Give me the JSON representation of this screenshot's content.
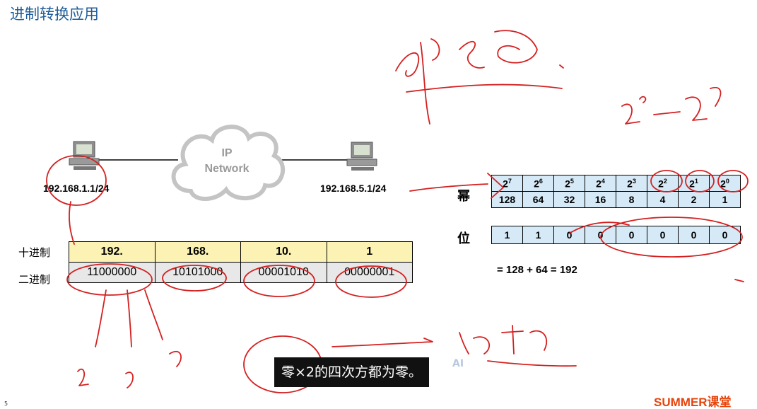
{
  "slide": {
    "title": "进制转换应用",
    "page_number": "5",
    "brand": "SUMMER课堂"
  },
  "network": {
    "cloud_line1": "IP",
    "cloud_line2": "Network",
    "host_left_ip": "192.168.1.1/24",
    "host_right_ip": "192.168.5.1/24"
  },
  "ip_table": {
    "decimal_label": "十进制",
    "binary_label": "二进制",
    "decimal": [
      "192.",
      "168.",
      "10.",
      "1"
    ],
    "binary": [
      "11000000",
      "10101000",
      "00001010",
      "00000001"
    ]
  },
  "power_table": {
    "label_power": "幂",
    "label_bit": "位",
    "exponents": [
      "7",
      "6",
      "5",
      "4",
      "3",
      "2",
      "1",
      "0"
    ],
    "base": "2",
    "values": [
      "128",
      "64",
      "32",
      "16",
      "8",
      "4",
      "2",
      "1"
    ],
    "bits": [
      "1",
      "1",
      "0",
      "0",
      "0",
      "0",
      "0",
      "0"
    ],
    "formula": "= 128 + 64 = 192"
  },
  "subtitle": {
    "text": "零×2的四次方都为零。",
    "ai_mark": "AI"
  },
  "colors": {
    "title": "#1f5c99",
    "annotation_ink": "#d42020",
    "decimal_row": "#fbf2b3",
    "binary_row": "#e8e8e8",
    "power_cells": "#d6e9f7",
    "brand": "#e8430a"
  }
}
